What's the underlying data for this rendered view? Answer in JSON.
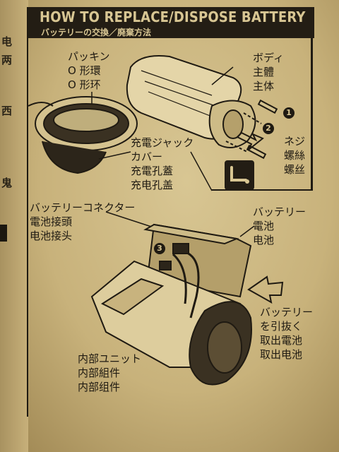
{
  "header": {
    "title": "HOW TO REPLACE/DISPOSE BATTERY",
    "subtitle": "バッテリーの交換／廃棄方法"
  },
  "margin_chars": [
    "电",
    "两",
    "西",
    "鬼"
  ],
  "labels": {
    "gasket": [
      "パッキン",
      "O 形環",
      "O 形环"
    ],
    "body": [
      "ボディ",
      "主體",
      "主体"
    ],
    "screw": [
      "ネジ",
      "螺絲",
      "螺丝"
    ],
    "jack_cover": [
      "充電ジャック",
      "カバー",
      "充電孔蓋",
      "充电孔盖"
    ],
    "connector": [
      "バッテリーコネクター",
      "電池接頭",
      "电池接头"
    ],
    "battery": [
      "バッテリー",
      "電池",
      "电池"
    ],
    "pull_out": [
      "バッテリー",
      "を引抜く",
      "取出電池",
      "取出电池"
    ],
    "internal_unit": [
      "内部ユニット",
      "内部組件",
      "内部组件"
    ]
  },
  "steps": [
    "1",
    "2",
    "3"
  ],
  "icons": {
    "hex_key": "hex-key-icon",
    "arrow": "arrow-icon"
  }
}
